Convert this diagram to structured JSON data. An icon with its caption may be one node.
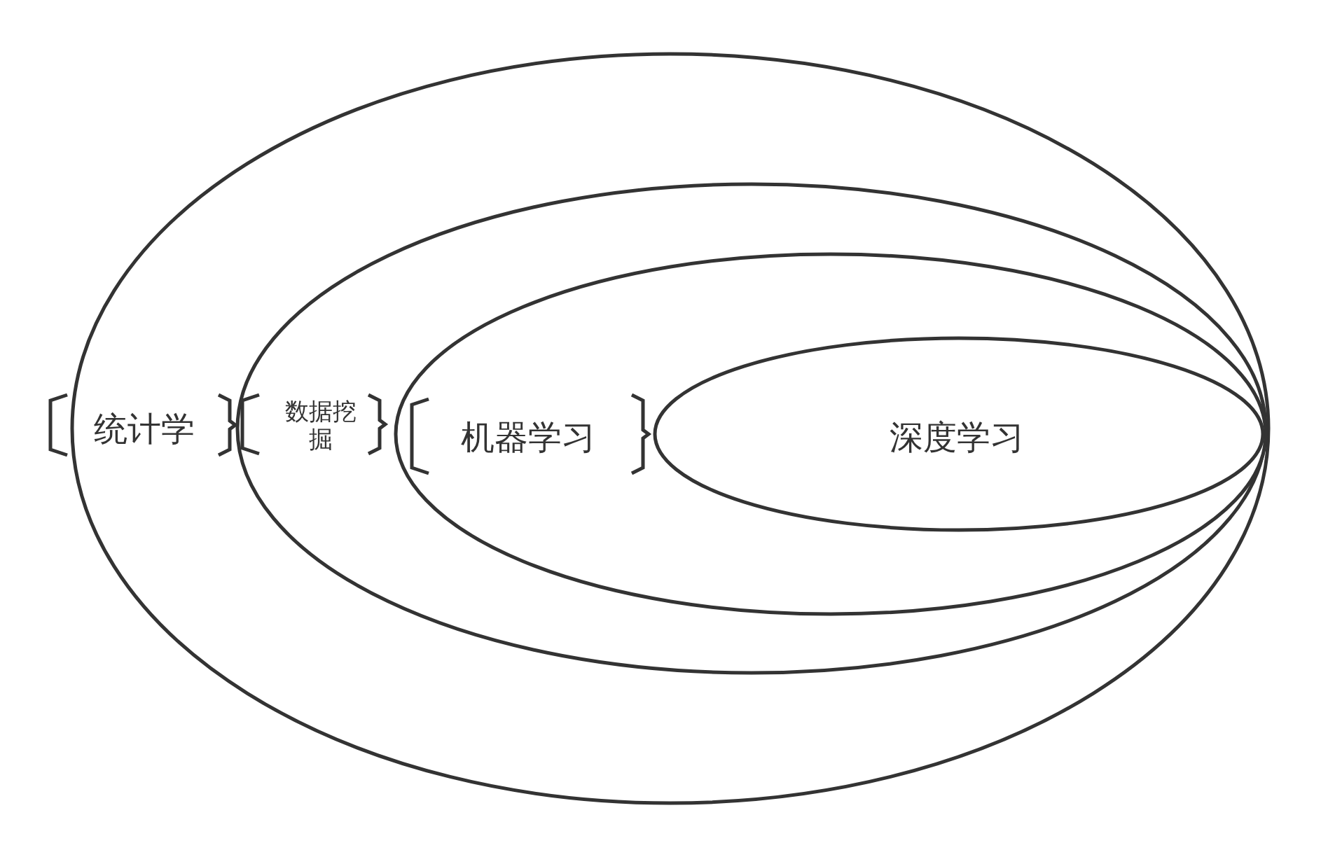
{
  "diagram": {
    "nodes": [
      {
        "text": [
          "统计学"
        ]
      },
      {
        "text": [
          "数据挖掘"
        ],
        "in": 0
      },
      {
        "text": [
          "机器学习"
        ],
        "in": 1
      },
      {
        "text": [
          "深度学习"
        ],
        "in": 2
      }
    ]
  }
}
